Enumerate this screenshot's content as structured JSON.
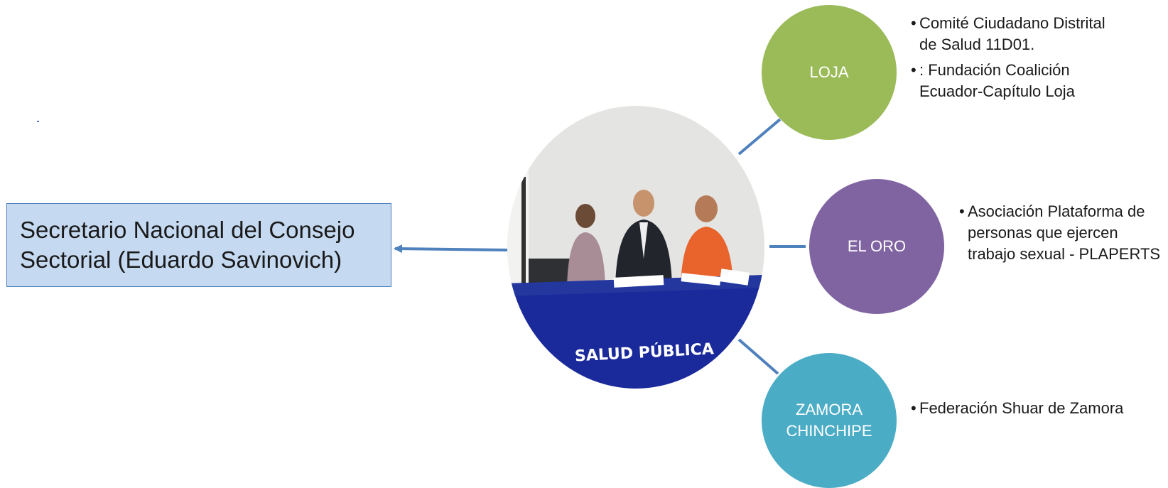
{
  "title": "Secretario Nacional del Consejo Sectorial (Eduardo Savinovich)",
  "photo_banner_text": "SALUD PÚBLICA",
  "nodes": [
    {
      "label": "LOJA",
      "color": "#9bbb59",
      "items": [
        "Comité Ciudadano Distrital de Salud 11D01.",
        ": Fundación Coalición Ecuador-Capítulo Loja"
      ]
    },
    {
      "label": "EL ORO",
      "color": "#8064a2",
      "items": [
        "Asociación Plataforma de personas que ejercen trabajo sexual - PLAPERTS"
      ]
    },
    {
      "label": "ZAMORA CHINCHIPE",
      "color": "#4bacc6",
      "items": [
        "Federación Shuar de Zamora"
      ]
    }
  ],
  "colors": {
    "title_box_fill": "#c5d9f1",
    "title_box_border": "#4f81bd",
    "connector": "#4f81bd"
  }
}
